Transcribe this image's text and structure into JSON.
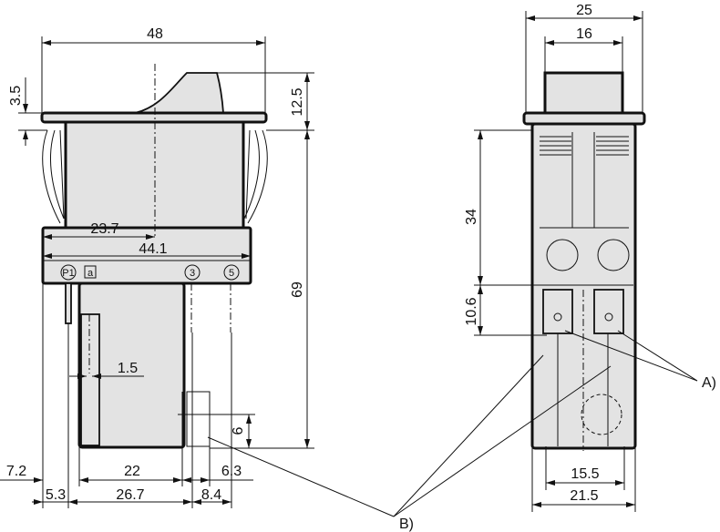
{
  "dimensions": {
    "width_48": "48",
    "flange_3_5": "3.5",
    "rocker_12_5": "12.5",
    "center_23_7": "23.7",
    "base_44_1": "44.1",
    "height_69": "69",
    "pin_1_5": "1.5",
    "terminal_6": "6",
    "offset_7_2": "7.2",
    "body_22": "22",
    "pin_6_3": "6.3",
    "offset_5_3": "5.3",
    "span_26_7": "26.7",
    "span_8_4": "8.4",
    "width_25": "25",
    "cap_16": "16",
    "depth_34": "34",
    "depth_10_6": "10.6",
    "pitch_15_5": "15.5",
    "width_21_5": "21.5"
  },
  "markings": {
    "p1": "P1",
    "a": "a",
    "t3": "3",
    "t5": "5"
  },
  "callouts": {
    "a": "A)",
    "b": "B)"
  }
}
